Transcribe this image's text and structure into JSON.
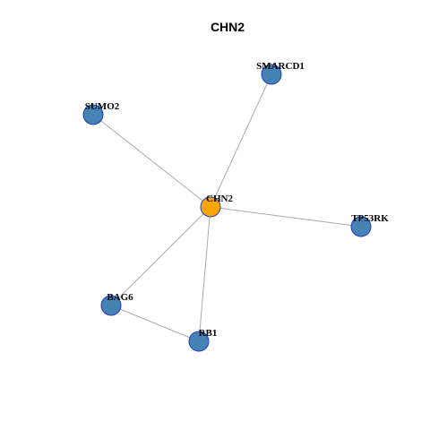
{
  "title": "CHN2",
  "colors": {
    "hub": "#FFA500",
    "node": "#4682B4",
    "node_border": "#1F3FBF",
    "edge": "#AAAAAA"
  },
  "nodes": [
    {
      "id": "CHN2",
      "label": "CHN2",
      "hub": true
    },
    {
      "id": "SMARCD1",
      "label": "SMARCD1",
      "hub": false
    },
    {
      "id": "SUMO2",
      "label": "SUMO2",
      "hub": false
    },
    {
      "id": "TP53RK",
      "label": "TP53RK",
      "hub": false
    },
    {
      "id": "BAG6",
      "label": "BAG6",
      "hub": false
    },
    {
      "id": "RB1",
      "label": "RB1",
      "hub": false
    }
  ],
  "edges": [
    {
      "source": "CHN2",
      "target": "SMARCD1"
    },
    {
      "source": "CHN2",
      "target": "SUMO2"
    },
    {
      "source": "CHN2",
      "target": "TP53RK"
    },
    {
      "source": "CHN2",
      "target": "BAG6"
    },
    {
      "source": "CHN2",
      "target": "RB1"
    },
    {
      "source": "BAG6",
      "target": "RB1"
    }
  ]
}
